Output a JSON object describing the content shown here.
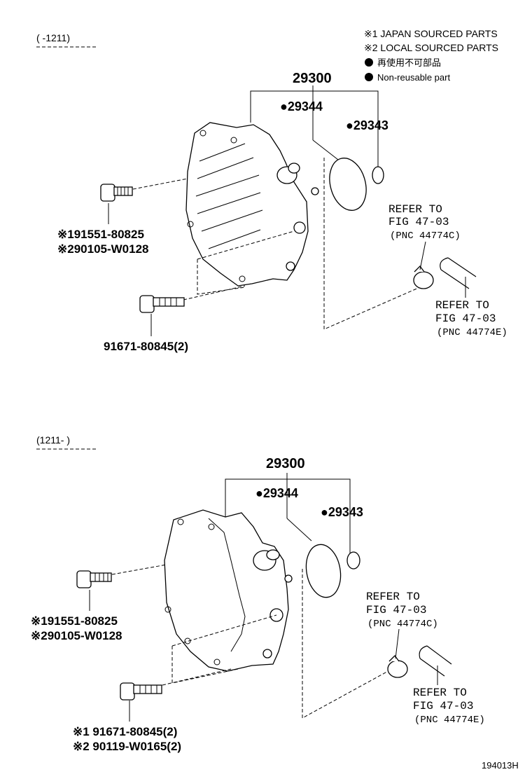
{
  "legend": {
    "japan": "※1 JAPAN SOURCED PARTS",
    "local": "※2 LOCAL SOURCED PARTS",
    "nonreusable_jp": "再使用不可部品",
    "nonreusable_en": "Non-reusable part"
  },
  "top": {
    "date_range": "(    -1211)",
    "assy": "29300",
    "gasket": "●29344",
    "oring": "●29343",
    "bolt1_a": "※191551-80825",
    "bolt1_b": "※290105-W0128",
    "bolt2": "91671-80845(2)",
    "refer1_a": "REFER TO",
    "refer1_b": "FIG 47-03",
    "refer1_c": "(PNC 44774C)",
    "refer2_a": "REFER TO",
    "refer2_b": "FIG 47-03",
    "refer2_c": "(PNC 44774E)"
  },
  "bottom": {
    "date_range": "(1211-     )",
    "assy": "29300",
    "gasket": "●29344",
    "oring": "●29343",
    "bolt1_a": "※191551-80825",
    "bolt1_b": "※290105-W0128",
    "bolt2_a": "※1 91671-80845(2)",
    "bolt2_b": "※2 90119-W0165(2)",
    "refer1_a": "REFER TO",
    "refer1_b": "FIG 47-03",
    "refer1_c": "(PNC 44774C)",
    "refer2_a": "REFER TO",
    "refer2_b": "FIG 47-03",
    "refer2_c": "(PNC 44774E)"
  },
  "figure_id": "194013H"
}
